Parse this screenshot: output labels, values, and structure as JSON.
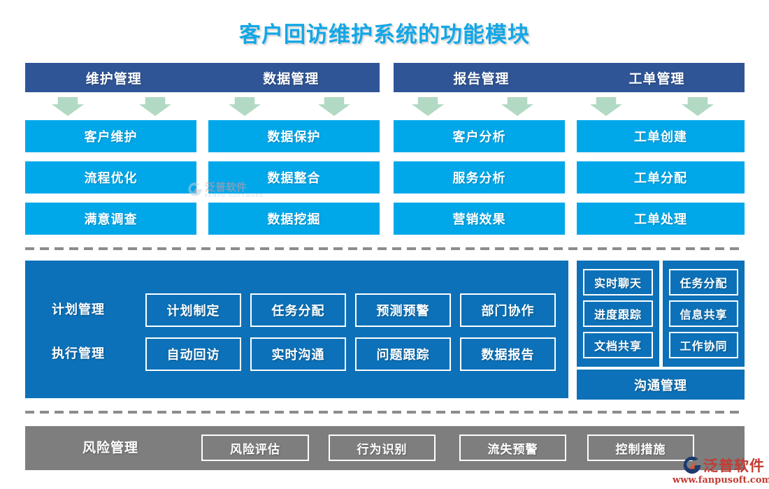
{
  "title": {
    "text": "客户回访维护系统的功能模块"
  },
  "colors": {
    "header_blue": "#2f5597",
    "module_cyan": "#00a8ea",
    "panel_blue": "#0c71b8",
    "arrow_green": "#b2d9c3",
    "bottom_gray": "#7e7e7e",
    "title_cyan": "#12a7e6",
    "watermark_red": "#c23b31"
  },
  "top_groups": [
    {
      "label": "维护管理",
      "items": [
        "客户维护",
        "流程优化",
        "满意调查"
      ]
    },
    {
      "label": "数据管理",
      "items": [
        "数据保护",
        "数据整合",
        "数据挖掘"
      ]
    },
    {
      "label": "报告管理",
      "items": [
        "客户分析",
        "服务分析",
        "营销效果"
      ]
    },
    {
      "label": "工单管理",
      "items": [
        "工单创建",
        "工单分配",
        "工单处理"
      ]
    }
  ],
  "middle": {
    "rows": [
      {
        "label": "计划管理",
        "items": [
          "计划制定",
          "任务分配",
          "预测预警",
          "部门协作"
        ]
      },
      {
        "label": "执行管理",
        "items": [
          "自动回访",
          "实时沟通",
          "问题跟踪",
          "数据报告"
        ]
      }
    ],
    "side": {
      "columns": [
        {
          "items": [
            "实时聊天",
            "进度跟踪",
            "文档共享"
          ]
        },
        {
          "items": [
            "任务分配",
            "信息共享",
            "工作协同"
          ]
        }
      ],
      "footer": "沟通管理"
    }
  },
  "bottom": {
    "label": "风险管理",
    "items": [
      "风险评估",
      "行为识别",
      "流失预警",
      "控制措施"
    ]
  },
  "watermark": {
    "brand": "泛普软件",
    "url": "www.fanpusoft.com",
    "center_brand": "泛普软件",
    "center_sub": "FANPU SOFTWARE"
  }
}
